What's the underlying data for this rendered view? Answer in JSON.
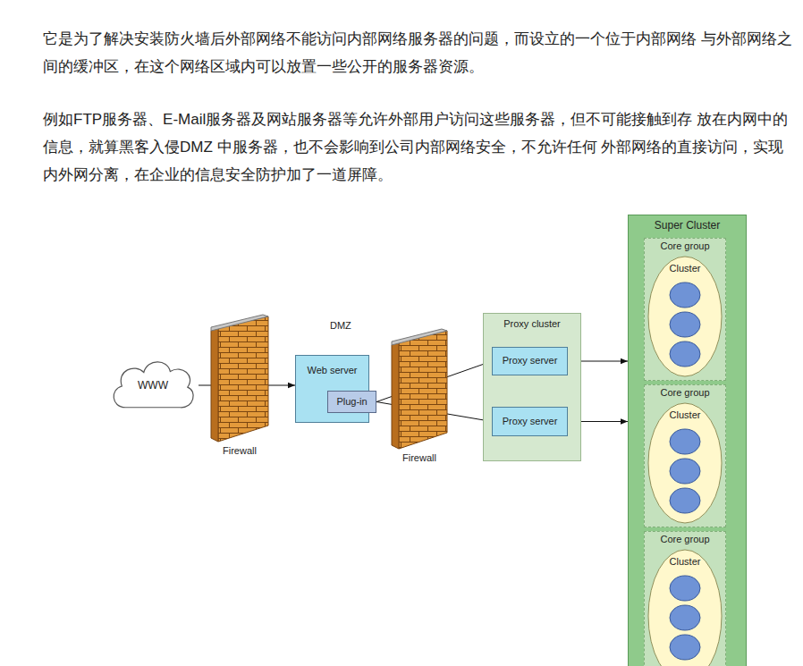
{
  "diagram": {
    "nodes": [
      {
        "text": [
          "WWW"
        ]
      },
      {
        "text": [
          "Firewall"
        ]
      },
      {
        "text": [
          "Web server"
        ]
      },
      {
        "text": [
          "Plug-in"
        ],
        "in": 2
      },
      {
        "text": [
          "Firewall"
        ]
      },
      {
        "text": [
          "Proxy cluster"
        ]
      },
      {
        "text": [
          "Proxy server"
        ],
        "in": 5
      },
      {
        "text": [
          "Proxy server"
        ],
        "in": 5
      },
      {
        "text": [
          "Super Cluster"
        ]
      },
      {
        "text": [
          "Core group"
        ],
        "in": 8
      },
      {
        "text": [
          "Cluster"
        ],
        "in": 9
      },
      {
        "text": [
          "Core group"
        ],
        "in": 8
      },
      {
        "text": [
          "Cluster"
        ],
        "in": 11
      },
      {
        "text": [
          "Core group"
        ],
        "in": 8
      },
      {
        "text": [
          "Cluster"
        ],
        "in": 13
      }
    ],
    "edges": [
      {
        "from": 0,
        "to": 2,
        "arrow": "to"
      },
      {
        "from": 3,
        "to": 6,
        "arrow": "to"
      },
      {
        "from": 3,
        "to": 7,
        "arrow": "to"
      },
      {
        "from": 6,
        "to": 8,
        "arrow": "to"
      },
      {
        "from": 7,
        "to": 8,
        "arrow": "to"
      }
    ],
    "labels": [
      "它是为了解决安装防火墙后外部网络不能访问内部网络服务器的问题，而设立的一个位于内部网络 与外部网络之间的缓冲区，在这个网络区域内可以放置一些公开的服务器资源。",
      "例如FTP服务器、E-Mail服务器及网站服务器等允许外部用户访问这些服务器，但不可能接触到存 放在内网中的信息，就算黑客入侵DMZ 中服务器，也不会影响到公司内部网络安全，不允许任何 外部网络的直接访问，实现内外网分离，在企业的信息安全防护加了一道屏障。",
      "DMZ"
    ]
  }
}
